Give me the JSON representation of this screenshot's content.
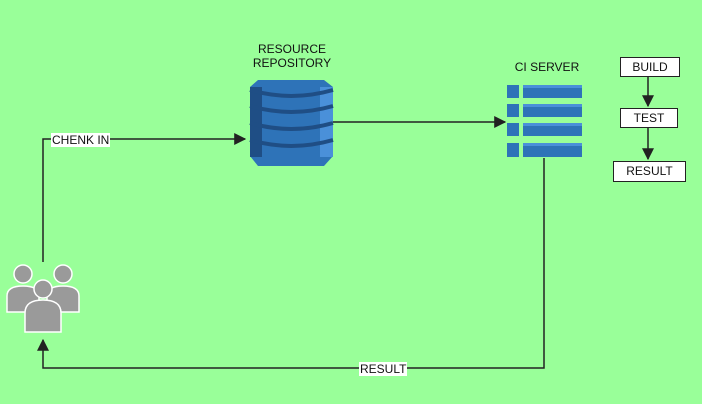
{
  "nodes": {
    "repository": {
      "label_line1": "RESOURCE",
      "label_line2": "REPOSITORY",
      "icon": "database-icon"
    },
    "ci_server": {
      "label": "CI  SERVER",
      "icon": "server-list-icon"
    },
    "users": {
      "icon": "users-group-icon"
    }
  },
  "pipeline": {
    "steps": [
      "BUILD",
      "TEST",
      "RESULT"
    ]
  },
  "edges": {
    "check_in": "CHENK IN",
    "result": "RESULT"
  },
  "colors": {
    "background": "#99ff99",
    "db_blue": "#2e73b8",
    "db_light": "#4a90d9",
    "db_dark": "#1f4e85",
    "people_gray": "#9a9a9a",
    "line": "#222222"
  }
}
